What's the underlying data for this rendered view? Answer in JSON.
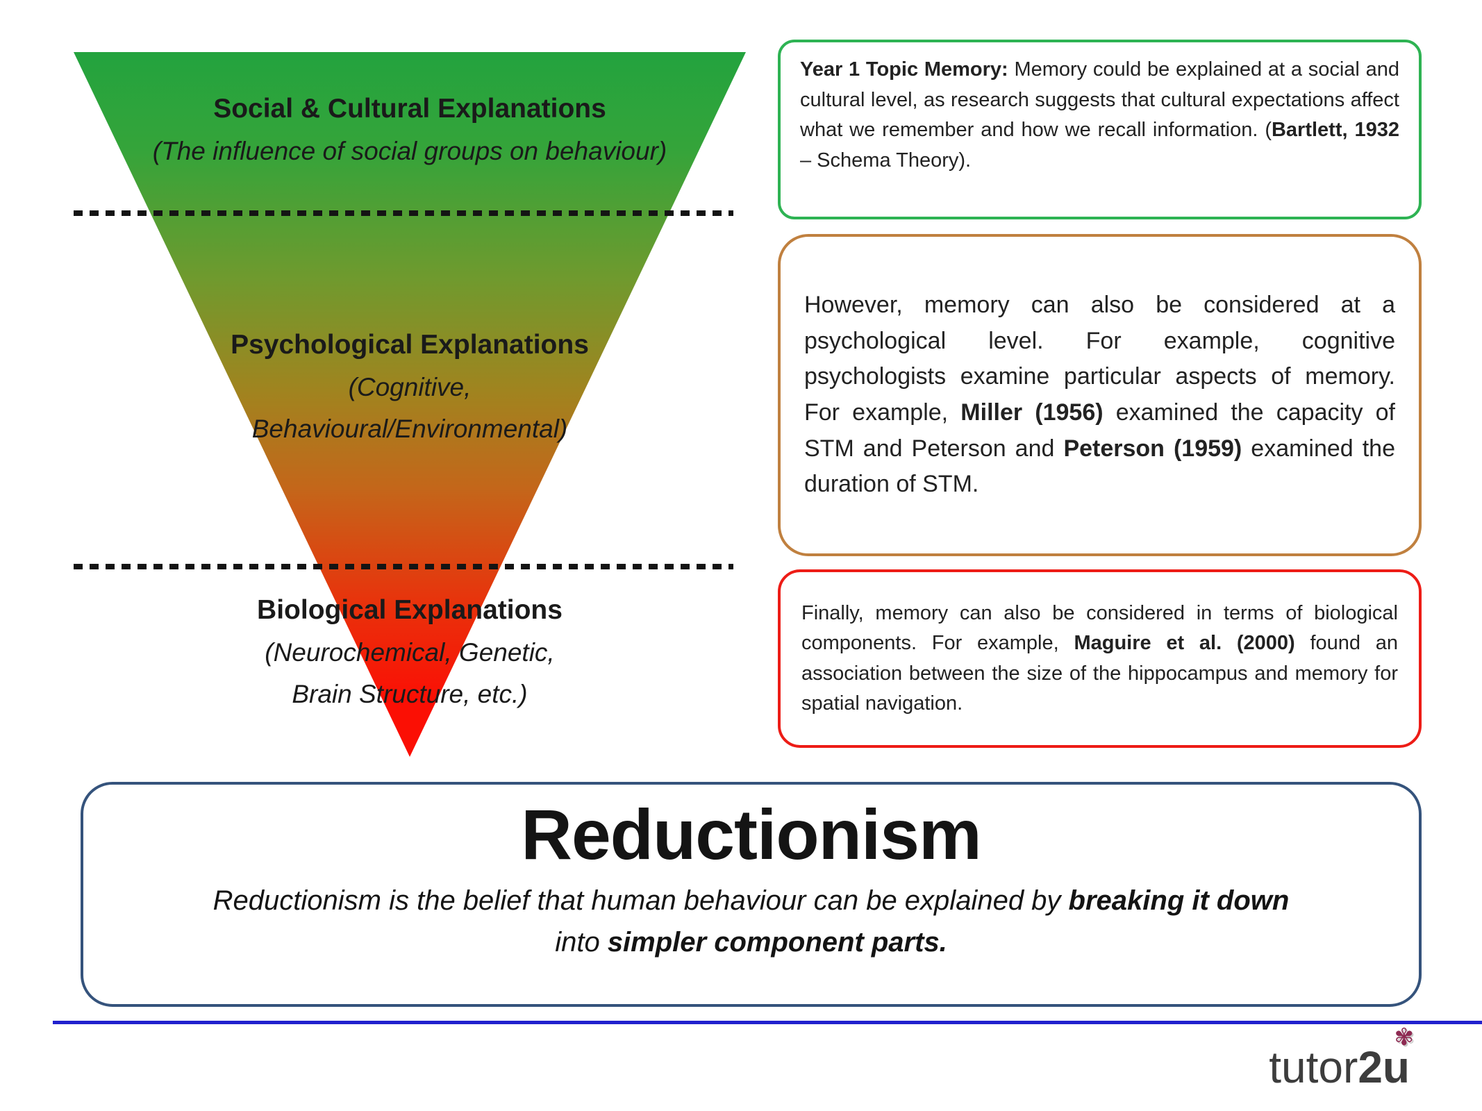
{
  "funnel": {
    "gradient": {
      "top": "#23a33e",
      "middle": "#a0841f",
      "bottom": "#fb0f04"
    },
    "levels": [
      {
        "title": "Social & Cultural Explanations",
        "subtitle": "(The influence of social groups on behaviour)"
      },
      {
        "title": "Psychological Explanations",
        "subtitle": "(Cognitive,\nBehavioural/Environmental)"
      },
      {
        "title": "Biological Explanations",
        "subtitle": "(Neurochemical, Genetic,\nBrain Structure, etc.)"
      }
    ]
  },
  "callouts": [
    {
      "id": "memory-social-cultural",
      "border_color": "#2eb353",
      "segments": [
        {
          "text": "Year 1 Topic Memory: ",
          "bold": true
        },
        {
          "text": "Memory could be explained at a social and cultural level, as research suggests that cultural expectations affect what we remember and how we recall information. ("
        },
        {
          "text": "Bartlett, 1932",
          "bold": true
        },
        {
          "text": " – Schema Theory)."
        }
      ]
    },
    {
      "id": "memory-psychological",
      "border_color": "#c0803f",
      "segments": [
        {
          "text": "However, memory can also be considered at a psychological level. For example, cognitive psychologists examine particular aspects of memory. For example, "
        },
        {
          "text": "Miller (1956)",
          "bold": true
        },
        {
          "text": " examined the capacity of STM and Peterson and "
        },
        {
          "text": "Peterson (1959)",
          "bold": true
        },
        {
          "text": " examined the duration of STM."
        }
      ]
    },
    {
      "id": "memory-biological",
      "border_color": "#ed1c16",
      "segments": [
        {
          "text": "Finally, memory can also be considered in terms of biological components. For example, "
        },
        {
          "text": "Maguire et al. (2000)",
          "bold": true
        },
        {
          "text": " found an association between the size of the hippocampus and memory for spatial navigation."
        }
      ]
    }
  ],
  "summary": {
    "title": "Reductionism",
    "border_color": "#35537c",
    "segments": [
      {
        "text": "Reductionism is the belief that human behaviour can be explained by ",
        "italic": true
      },
      {
        "text": "breaking it down",
        "bold": true,
        "italic": true
      },
      {
        "text": " into ",
        "italic": true
      },
      {
        "text": "simpler component parts.",
        "bold": true,
        "italic": true
      }
    ]
  },
  "footer": {
    "rule_color": "#2121ce",
    "brand_regular": "tutor",
    "brand_bold": "2u",
    "flower_icon": "✾"
  }
}
